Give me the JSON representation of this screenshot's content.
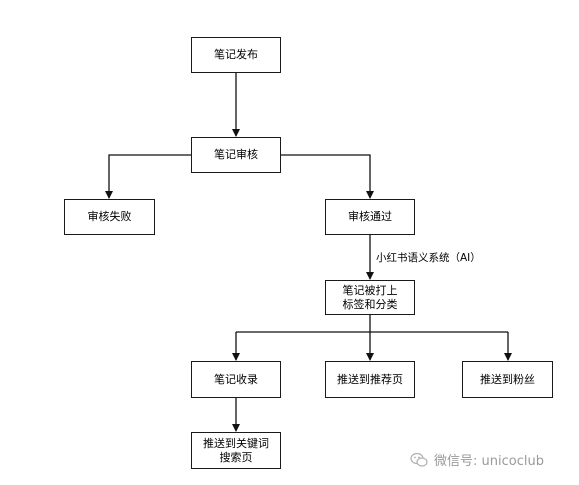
{
  "diagram": {
    "nodes": {
      "publish": "笔记发布",
      "review": "笔记审核",
      "review_fail": "审核失败",
      "review_pass": "审核通过",
      "tagged": "笔记被打上\n标签和分类",
      "indexed": "笔记收录",
      "recommend": "推送到推荐页",
      "fans": "推送到粉丝",
      "search": "推送到关键词\n搜索页"
    },
    "edge_label": "小红书语义系统（AI）"
  },
  "watermark": {
    "text": "微信号: unicoclub",
    "icon": "wechat-icon"
  }
}
